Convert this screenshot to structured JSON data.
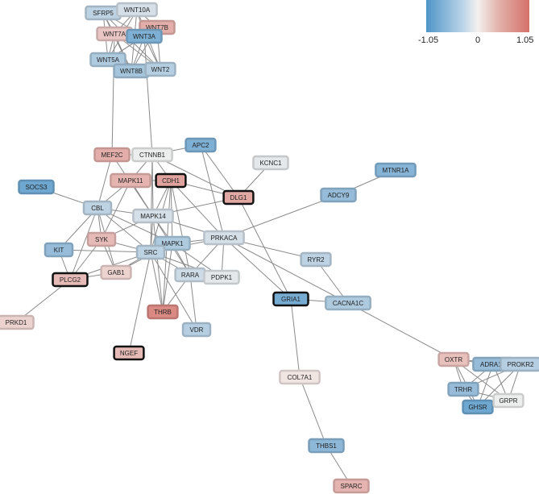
{
  "legend": {
    "min_label": "-1.05",
    "mid_label": "0",
    "max_label": "1.05",
    "min": -1.05,
    "max": 1.05
  },
  "colors": {
    "neg": "#4f95c9",
    "zero": "#f4f1ef",
    "pos": "#d4716a",
    "edge": "#8a8a8a",
    "highlight_border": "#111111"
  },
  "nodes": [
    {
      "id": "SFRP5",
      "v": -0.35
    },
    {
      "id": "WNT10A",
      "v": -0.2
    },
    {
      "id": "WNT7A",
      "v": 0.35
    },
    {
      "id": "WNT7B",
      "v": 0.55
    },
    {
      "id": "WNT3A",
      "v": -0.75
    },
    {
      "id": "WNT5A",
      "v": -0.45
    },
    {
      "id": "WNT8B",
      "v": -0.5
    },
    {
      "id": "WNT2",
      "v": -0.4
    },
    {
      "id": "MEF2C",
      "v": 0.55
    },
    {
      "id": "CTNNB1",
      "v": -0.05
    },
    {
      "id": "APC2",
      "v": -0.75
    },
    {
      "id": "KCNC1",
      "v": -0.1
    },
    {
      "id": "MTNR1A",
      "v": -0.7
    },
    {
      "id": "SOCS3",
      "v": -0.85
    },
    {
      "id": "MAPK11",
      "v": 0.5
    },
    {
      "id": "CDH1",
      "v": 0.65,
      "highlight": true
    },
    {
      "id": "DLG1",
      "v": 0.6,
      "highlight": true
    },
    {
      "id": "ADCY9",
      "v": -0.6
    },
    {
      "id": "CBL",
      "v": -0.35
    },
    {
      "id": "MAPK14",
      "v": -0.2
    },
    {
      "id": "SYK",
      "v": 0.45
    },
    {
      "id": "MAPK1",
      "v": -0.45
    },
    {
      "id": "PRKACA",
      "v": -0.2
    },
    {
      "id": "KIT",
      "v": -0.6
    },
    {
      "id": "SRC",
      "v": -0.35
    },
    {
      "id": "RYR2",
      "v": -0.35
    },
    {
      "id": "PLCG2",
      "v": 0.45,
      "highlight": true
    },
    {
      "id": "GAB1",
      "v": 0.25
    },
    {
      "id": "RARA",
      "v": -0.25
    },
    {
      "id": "PDPK1",
      "v": -0.1
    },
    {
      "id": "GRIA1",
      "v": -0.8,
      "highlight": true
    },
    {
      "id": "CACNA1C",
      "v": -0.45
    },
    {
      "id": "PRKD1",
      "v": 0.25
    },
    {
      "id": "THRB",
      "v": 0.85
    },
    {
      "id": "VDR",
      "v": -0.4
    },
    {
      "id": "NGEF",
      "v": 0.45,
      "highlight": true
    },
    {
      "id": "OXTR",
      "v": 0.4
    },
    {
      "id": "ADRA1A",
      "v": -0.6
    },
    {
      "id": "PROKR2",
      "v": -0.4
    },
    {
      "id": "TRHR",
      "v": -0.6
    },
    {
      "id": "GHSR",
      "v": -0.85
    },
    {
      "id": "GRPR",
      "v": -0.05
    },
    {
      "id": "COL7A1",
      "v": 0.1
    },
    {
      "id": "THBS1",
      "v": -0.65
    },
    {
      "id": "SPARC",
      "v": 0.5
    }
  ],
  "edges": [
    [
      "SFRP5",
      "WNT10A"
    ],
    [
      "SFRP5",
      "WNT7A"
    ],
    [
      "SFRP5",
      "WNT3A"
    ],
    [
      "SFRP5",
      "WNT5A"
    ],
    [
      "SFRP5",
      "WNT8B"
    ],
    [
      "SFRP5",
      "WNT2"
    ],
    [
      "WNT10A",
      "WNT7A"
    ],
    [
      "WNT10A",
      "WNT3A"
    ],
    [
      "WNT10A",
      "WNT7B"
    ],
    [
      "WNT10A",
      "WNT5A"
    ],
    [
      "WNT10A",
      "WNT8B"
    ],
    [
      "WNT10A",
      "WNT2"
    ],
    [
      "WNT7A",
      "WNT3A"
    ],
    [
      "WNT7A",
      "WNT7B"
    ],
    [
      "WNT7A",
      "WNT5A"
    ],
    [
      "WNT7A",
      "WNT8B"
    ],
    [
      "WNT7A",
      "WNT2"
    ],
    [
      "WNT3A",
      "WNT7B"
    ],
    [
      "WNT3A",
      "WNT5A"
    ],
    [
      "WNT3A",
      "WNT8B"
    ],
    [
      "WNT3A",
      "WNT2"
    ],
    [
      "WNT7B",
      "WNT5A"
    ],
    [
      "WNT7B",
      "WNT8B"
    ],
    [
      "WNT7B",
      "WNT2"
    ],
    [
      "WNT5A",
      "WNT8B"
    ],
    [
      "WNT5A",
      "WNT2"
    ],
    [
      "WNT8B",
      "WNT2"
    ],
    [
      "WNT7A",
      "MEF2C"
    ],
    [
      "WNT3A",
      "CTNNB1"
    ],
    [
      "MEF2C",
      "CTNNB1"
    ],
    [
      "MEF2C",
      "CBL"
    ],
    [
      "MEF2C",
      "MAPK14"
    ],
    [
      "CTNNB1",
      "APC2"
    ],
    [
      "CTNNB1",
      "CDH1"
    ],
    [
      "CTNNB1",
      "DLG1"
    ],
    [
      "CTNNB1",
      "MAPK14"
    ],
    [
      "CTNNB1",
      "SRC"
    ],
    [
      "CTNNB1",
      "MAPK11"
    ],
    [
      "APC2",
      "DLG1"
    ],
    [
      "APC2",
      "PRKACA"
    ],
    [
      "KCNC1",
      "DLG1"
    ],
    [
      "MAPK11",
      "CDH1"
    ],
    [
      "MAPK11",
      "CBL"
    ],
    [
      "MAPK11",
      "MAPK14"
    ],
    [
      "MAPK11",
      "SYK"
    ],
    [
      "CDH1",
      "DLG1"
    ],
    [
      "CDH1",
      "MAPK14"
    ],
    [
      "CDH1",
      "SRC"
    ],
    [
      "CDH1",
      "MAPK1"
    ],
    [
      "CDH1",
      "PRKACA"
    ],
    [
      "CDH1",
      "RARA"
    ],
    [
      "CDH1",
      "THRB"
    ],
    [
      "DLG1",
      "GRIA1"
    ],
    [
      "DLG1",
      "MAPK14"
    ],
    [
      "MTNR1A",
      "ADCY9"
    ],
    [
      "ADCY9",
      "PRKACA"
    ],
    [
      "SOCS3",
      "CBL"
    ],
    [
      "CBL",
      "SYK"
    ],
    [
      "CBL",
      "KIT"
    ],
    [
      "CBL",
      "SRC"
    ],
    [
      "CBL",
      "PLCG2"
    ],
    [
      "CBL",
      "GAB1"
    ],
    [
      "CBL",
      "MAPK14"
    ],
    [
      "CBL",
      "MAPK1"
    ],
    [
      "MAPK14",
      "SRC"
    ],
    [
      "MAPK14",
      "MAPK1"
    ],
    [
      "MAPK14",
      "PRKACA"
    ],
    [
      "MAPK14",
      "RARA"
    ],
    [
      "MAPK14",
      "THRB"
    ],
    [
      "MAPK14",
      "SYK"
    ],
    [
      "SYK",
      "SRC"
    ],
    [
      "SYK",
      "PLCG2"
    ],
    [
      "SYK",
      "GAB1"
    ],
    [
      "KIT",
      "SRC"
    ],
    [
      "KIT",
      "PLCG2"
    ],
    [
      "SRC",
      "MAPK1"
    ],
    [
      "SRC",
      "PRKACA"
    ],
    [
      "SRC",
      "PLCG2"
    ],
    [
      "SRC",
      "GAB1"
    ],
    [
      "SRC",
      "RARA"
    ],
    [
      "SRC",
      "THRB"
    ],
    [
      "SRC",
      "NGEF"
    ],
    [
      "SRC",
      "PDPK1"
    ],
    [
      "SRC",
      "VDR"
    ],
    [
      "MAPK1",
      "PRKACA"
    ],
    [
      "MAPK1",
      "RARA"
    ],
    [
      "MAPK1",
      "THRB"
    ],
    [
      "MAPK1",
      "PDPK1"
    ],
    [
      "MAPK1",
      "GAB1"
    ],
    [
      "PRKACA",
      "RYR2"
    ],
    [
      "PRKACA",
      "CACNA1C"
    ],
    [
      "PRKACA",
      "GRIA1"
    ],
    [
      "PRKACA",
      "PDPK1"
    ],
    [
      "PRKACA",
      "RARA"
    ],
    [
      "RYR2",
      "CACNA1C"
    ],
    [
      "GRIA1",
      "CACNA1C"
    ],
    [
      "GRIA1",
      "COL7A1"
    ],
    [
      "PLCG2",
      "GAB1"
    ],
    [
      "PLCG2",
      "PRKD1"
    ],
    [
      "RARA",
      "THRB"
    ],
    [
      "RARA",
      "VDR"
    ],
    [
      "CACNA1C",
      "OXTR"
    ],
    [
      "OXTR",
      "ADRA1A"
    ],
    [
      "OXTR",
      "TRHR"
    ],
    [
      "OXTR",
      "GHSR"
    ],
    [
      "OXTR",
      "GRPR"
    ],
    [
      "OXTR",
      "PROKR2"
    ],
    [
      "ADRA1A",
      "PROKR2"
    ],
    [
      "ADRA1A",
      "TRHR"
    ],
    [
      "ADRA1A",
      "GHSR"
    ],
    [
      "ADRA1A",
      "GRPR"
    ],
    [
      "PROKR2",
      "TRHR"
    ],
    [
      "PROKR2",
      "GHSR"
    ],
    [
      "PROKR2",
      "GRPR"
    ],
    [
      "TRHR",
      "GHSR"
    ],
    [
      "TRHR",
      "GRPR"
    ],
    [
      "GHSR",
      "GRPR"
    ],
    [
      "COL7A1",
      "THBS1"
    ],
    [
      "THBS1",
      "SPARC"
    ]
  ]
}
